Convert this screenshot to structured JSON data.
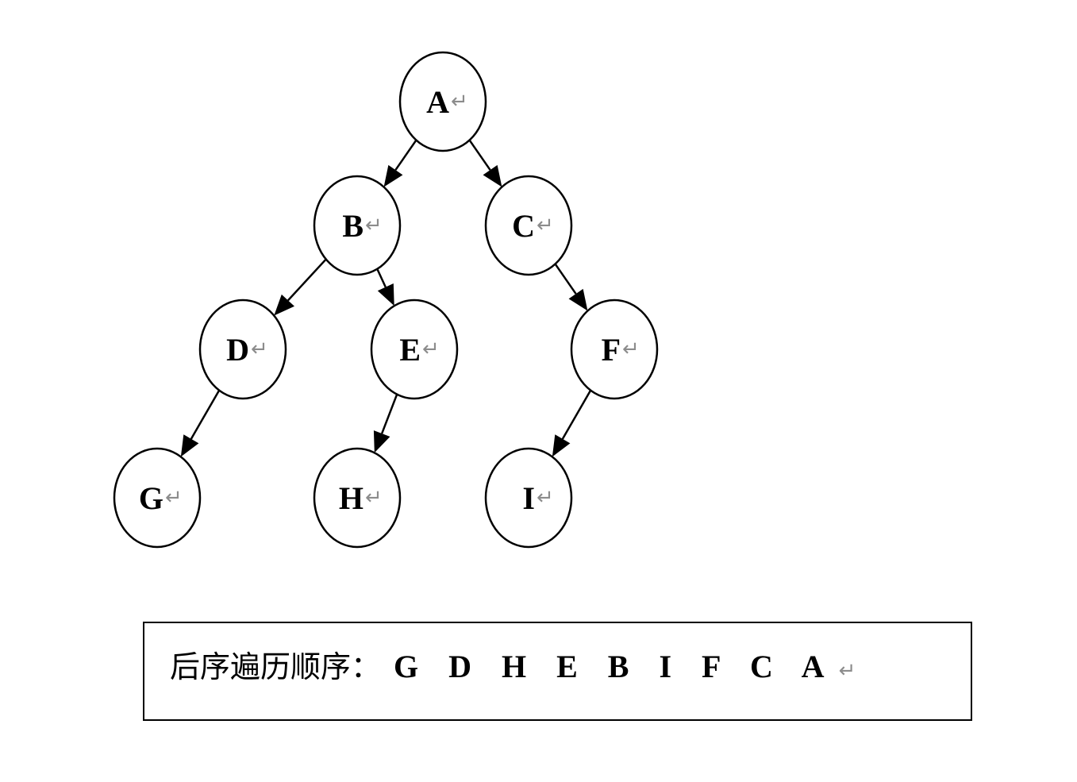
{
  "tree": {
    "nodes": [
      {
        "id": "A",
        "label": "A"
      },
      {
        "id": "B",
        "label": "B"
      },
      {
        "id": "C",
        "label": "C"
      },
      {
        "id": "D",
        "label": "D"
      },
      {
        "id": "E",
        "label": "E"
      },
      {
        "id": "F",
        "label": "F"
      },
      {
        "id": "G",
        "label": "G"
      },
      {
        "id": "H",
        "label": "H"
      },
      {
        "id": "I",
        "label": "I"
      }
    ],
    "edges": [
      {
        "from": "A",
        "to": "B"
      },
      {
        "from": "A",
        "to": "C"
      },
      {
        "from": "B",
        "to": "D"
      },
      {
        "from": "B",
        "to": "E"
      },
      {
        "from": "C",
        "to": "F"
      },
      {
        "from": "D",
        "to": "G"
      },
      {
        "from": "E",
        "to": "H"
      },
      {
        "from": "F",
        "to": "I"
      }
    ],
    "return_mark": "↵"
  },
  "result": {
    "label": "后序遍历顺序：",
    "sequence": "G D H E B I F C A",
    "return_mark": "↵"
  },
  "colors": {
    "stroke": "#000000",
    "return_mark": "#8c8c8c"
  }
}
